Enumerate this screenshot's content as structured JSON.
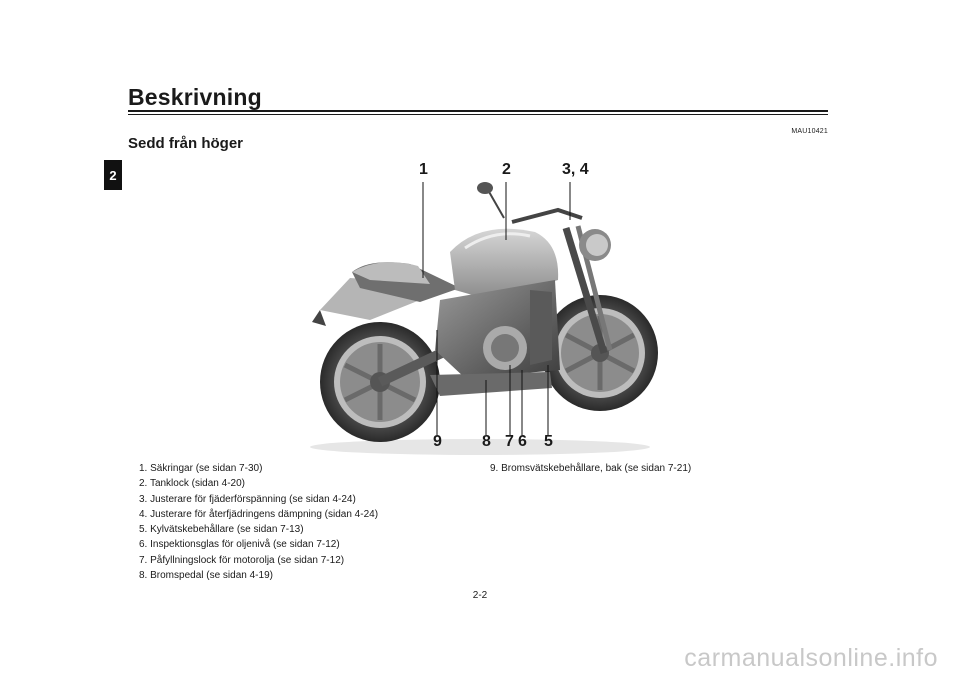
{
  "header": {
    "title": "Beskrivning",
    "chapter_tab": "2"
  },
  "section": {
    "title": "Sedd från höger",
    "ref_code": "MAU10421"
  },
  "figure": {
    "callouts": [
      "1",
      "2",
      "3, 4",
      "9",
      "8",
      "7",
      "6",
      "5"
    ]
  },
  "parts_left": [
    "1.  Säkringar (se sidan 7-30)",
    "2.  Tanklock (sidan 4-20)",
    "3.  Justerare för fjäderförspänning (se sidan 4-24)",
    "4.  Justerare för återfjädringens dämpning (sidan 4-24)",
    "5.  Kylvätskebehållare (se sidan 7-13)",
    "6.  Inspektionsglas för oljenivå (se sidan 7-12)",
    "7.  Påfyllningslock för motorolja (se sidan 7-12)",
    "8.  Bromspedal (se sidan 4-19)"
  ],
  "parts_right": [
    "9.  Bromsvätskebehållare, bak (se sidan 7-21)"
  ],
  "footer": {
    "page": "2-2",
    "watermark": "carmanualsonline.info"
  }
}
